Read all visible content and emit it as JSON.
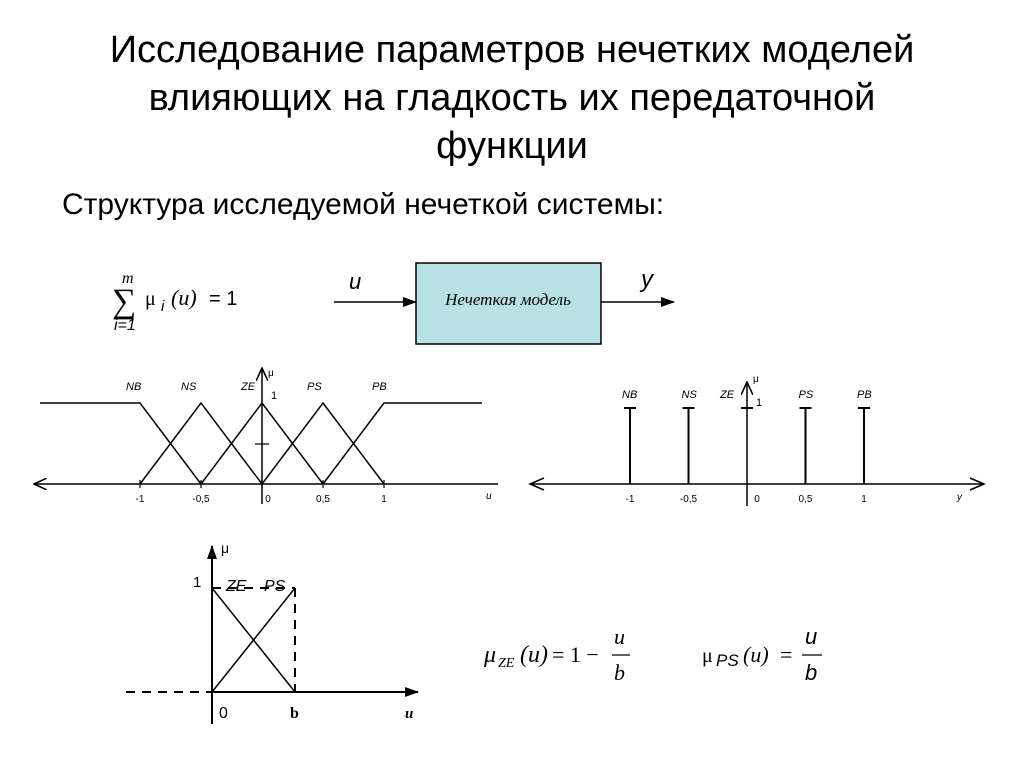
{
  "slide": {
    "title_line1": "Исследование параметров нечетких моделей",
    "title_line2": "влияющих на гладкость их передаточной",
    "title_line3": "функции",
    "subtitle": "Структура исследуемой нечеткой системы:"
  },
  "sum_formula": {
    "upper": "m",
    "lower": "i=1",
    "sigma": "∑",
    "mu": "μ",
    "index": "i",
    "arg": "(u)",
    "rhs": "= 1"
  },
  "block_diagram": {
    "input_label": "u",
    "output_label": "y",
    "block_label": "Нечеткая модель",
    "block_fill": "#b7e1e3"
  },
  "input_membership": {
    "terms": [
      "NB",
      "NS",
      "ZE",
      "PS",
      "PB"
    ],
    "term_centers": [
      -1,
      -0.5,
      0,
      0.5,
      1
    ],
    "ticks": [
      "-1",
      "-0,5",
      "0",
      "0,5",
      "1"
    ],
    "x_axis_label": "u",
    "y_axis_label": "μ",
    "y_max_label": "1"
  },
  "output_singletons": {
    "terms": [
      "NB",
      "NS",
      "ZE",
      "PS",
      "PB"
    ],
    "positions": [
      -1,
      -0.5,
      0,
      0.5,
      1
    ],
    "ticks": [
      "-1",
      "-0,5",
      "0",
      "0,5",
      "1"
    ],
    "x_axis_label": "y",
    "y_axis_label": "μ",
    "y_max_label": "1"
  },
  "detail_plot": {
    "terms": [
      "ZE",
      "PS"
    ],
    "y_axis_label": "μ",
    "y_max_label": "1",
    "origin_label": "0",
    "b_label": "b",
    "x_axis_label": "u"
  },
  "formula_ze": {
    "mu": "μ",
    "sub": "ZE",
    "arg": "(u)",
    "eq": "= 1 −",
    "num": "u",
    "den": "b"
  },
  "formula_ps": {
    "mu": "μ",
    "sub": "PS",
    "arg": "(u)",
    "eq": "=",
    "num": "u",
    "den": "b"
  }
}
